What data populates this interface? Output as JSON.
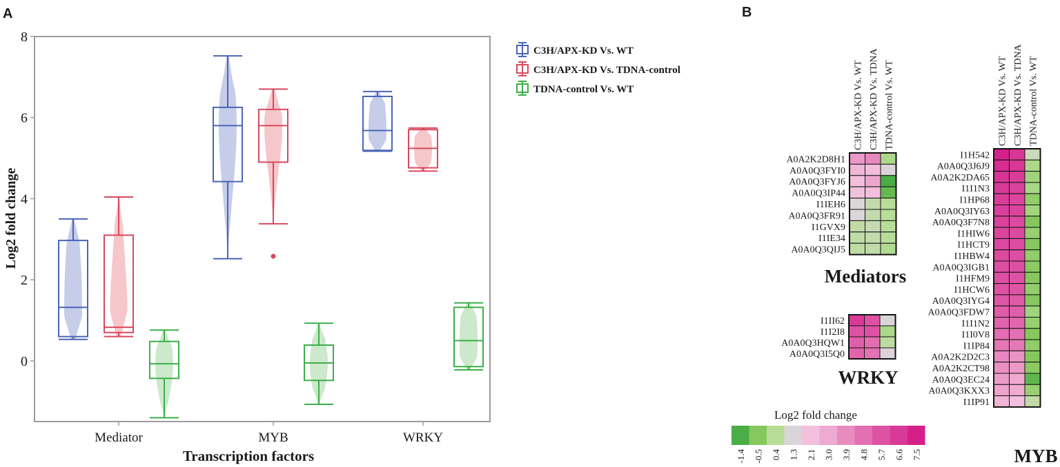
{
  "panel_a": {
    "letter": "A",
    "chart_data": {
      "type": "box-violin",
      "ylabel": "Log2 fold change",
      "xlabel": "Transcription factors",
      "ylim": [
        -1.6,
        8
      ],
      "yticks": [
        0,
        2,
        4,
        6,
        8
      ],
      "grid": false,
      "legend_placement": "right",
      "categories": [
        "Mediator",
        "MYB",
        "WRKY"
      ],
      "series": [
        {
          "name": "C3H/APX-KD Vs. WT",
          "color": "#4a64b8",
          "fill": "#c3cae8",
          "boxes": [
            {
              "min": 0.53,
              "q1": 0.6,
              "median": 1.32,
              "q3": 2.97,
              "max": 3.5
            },
            {
              "min": 2.52,
              "q1": 4.42,
              "median": 5.8,
              "q3": 6.25,
              "max": 7.52
            },
            {
              "min": 5.17,
              "q1": 5.19,
              "median": 5.68,
              "q3": 6.52,
              "max": 6.64
            }
          ]
        },
        {
          "name": "C3H/APX-KD Vs. TDNA-control",
          "color": "#d9475e",
          "fill": "#f5c4c7",
          "boxes": [
            {
              "min": 0.6,
              "q1": 0.7,
              "median": 0.83,
              "q3": 3.1,
              "max": 4.04
            },
            {
              "min": 3.38,
              "q1": 4.9,
              "median": 5.8,
              "q3": 6.2,
              "max": 6.7,
              "outliers": [
                2.58
              ]
            },
            {
              "min": 4.68,
              "q1": 4.76,
              "median": 5.24,
              "q3": 5.7,
              "max": 5.74
            }
          ]
        },
        {
          "name": "TDNA-control Vs. WT",
          "color": "#3cae49",
          "fill": "#c9e8c8",
          "boxes": [
            {
              "min": -1.4,
              "q1": -0.43,
              "median": -0.07,
              "q3": 0.48,
              "max": 0.76
            },
            {
              "min": -1.07,
              "q1": -0.48,
              "median": -0.05,
              "q3": 0.39,
              "max": 0.93
            },
            {
              "min": -0.22,
              "q1": -0.14,
              "median": 0.5,
              "q3": 1.32,
              "max": 1.43
            }
          ]
        }
      ]
    }
  },
  "panel_b": {
    "letter": "B",
    "heat_columns": [
      "C3H/APX-KD Vs. WT",
      "C3H/APX-KD Vs. TDNA",
      "TDNA-control Vs. WT"
    ],
    "legend": {
      "title": "Log2 fold change",
      "values": [
        "-1.4",
        "-0.5",
        "0.4",
        "1.3",
        "2.1",
        "3.0",
        "3.9",
        "4.8",
        "5.7",
        "6.6",
        "7.5"
      ],
      "colors": [
        "#4aad45",
        "#86c85e",
        "#b8dd98",
        "#dad5d8",
        "#f2c0dc",
        "#eeaad0",
        "#e88cc0",
        "#e370b2",
        "#de52a4",
        "#d93a98",
        "#d62089"
      ]
    },
    "chart_data": [
      {
        "type": "heatmap",
        "title": "Mediators",
        "columns": [
          "C3H/APX-KD Vs. WT",
          "C3H/APX-KD Vs. TDNA",
          "TDNA-control Vs. WT"
        ],
        "rows": [
          "A0A2K2D8H1",
          "A0A0Q3FYI0",
          "A0A0Q3FYJ6",
          "A0A0Q3IP44",
          "I1IEH6",
          "A0A0Q3FR91",
          "I1GVX9",
          "I1IE34",
          "A0A0Q3QIJ5"
        ],
        "values": [
          [
            3.5,
            4.04,
            0.2
          ],
          [
            2.5,
            2.2,
            1.3
          ],
          [
            2.1,
            3.1,
            -1.4
          ],
          [
            2.0,
            2.2,
            -1.0
          ],
          [
            1.3,
            0.7,
            0.4
          ],
          [
            1.3,
            0.7,
            0.4
          ],
          [
            0.6,
            0.8,
            0.4
          ],
          [
            0.6,
            0.7,
            0.4
          ],
          [
            0.55,
            0.62,
            0.3
          ]
        ]
      },
      {
        "type": "heatmap",
        "title": "WRKY",
        "columns": [
          "C3H/APX-KD Vs. WT",
          "C3H/APX-KD Vs. TDNA",
          "TDNA-control Vs. WT"
        ],
        "rows": [
          "I1II62",
          "I1I2I8",
          "A0A0Q3HQW1",
          "A0A0Q3I5Q0"
        ],
        "values": [
          [
            6.6,
            5.7,
            1.3
          ],
          [
            5.7,
            5.7,
            0.2
          ],
          [
            5.3,
            4.9,
            0.5
          ],
          [
            5.2,
            4.7,
            1.4
          ]
        ]
      },
      {
        "type": "heatmap",
        "title": "MYB",
        "columns": [
          "C3H/APX-KD Vs. WT",
          "C3H/APX-KD Vs. TDNA",
          "TDNA-control Vs. WT"
        ],
        "rows": [
          "I1H542",
          "A0A0Q3J6J9",
          "A0A2K2DA65",
          "I1I1N3",
          "I1HP68",
          "A0A0Q3IY63",
          "A0A0Q3F7N8",
          "I1HIW6",
          "I1HCT9",
          "I1HBW4",
          "A0A0Q3IGB1",
          "I1HFM9",
          "I1HCW6",
          "A0A0Q3IYG4",
          "A0A0Q3FDW7",
          "I1I1N2",
          "I1I0V8",
          "I1IP84",
          "A0A2K2D2C3",
          "A0A2K2CT98",
          "A0A0Q3EC24",
          "A0A0Q3KXX3",
          "I1IP91"
        ],
        "values": [
          [
            7.5,
            6.7,
            0.9
          ],
          [
            7.1,
            6.7,
            0.2
          ],
          [
            6.8,
            6.5,
            0.0
          ],
          [
            6.6,
            6.3,
            0.1
          ],
          [
            6.5,
            6.2,
            -0.3
          ],
          [
            6.4,
            6.2,
            0.0
          ],
          [
            6.3,
            6.0,
            -0.5
          ],
          [
            6.2,
            6.0,
            -0.2
          ],
          [
            6.1,
            5.9,
            -0.5
          ],
          [
            6.0,
            5.8,
            -0.3
          ],
          [
            5.9,
            5.8,
            -0.4
          ],
          [
            5.8,
            5.7,
            -0.5
          ],
          [
            5.7,
            5.6,
            -0.3
          ],
          [
            5.6,
            5.5,
            -0.5
          ],
          [
            5.4,
            5.3,
            0.0
          ],
          [
            5.2,
            5.1,
            -0.2
          ],
          [
            4.9,
            4.8,
            -0.5
          ],
          [
            4.6,
            4.5,
            -0.3
          ],
          [
            4.0,
            3.7,
            -0.5
          ],
          [
            3.8,
            3.5,
            -0.4
          ],
          [
            3.4,
            3.0,
            -1.1
          ],
          [
            3.2,
            2.9,
            -0.2
          ],
          [
            2.6,
            2.1,
            0.6
          ]
        ]
      }
    ]
  }
}
